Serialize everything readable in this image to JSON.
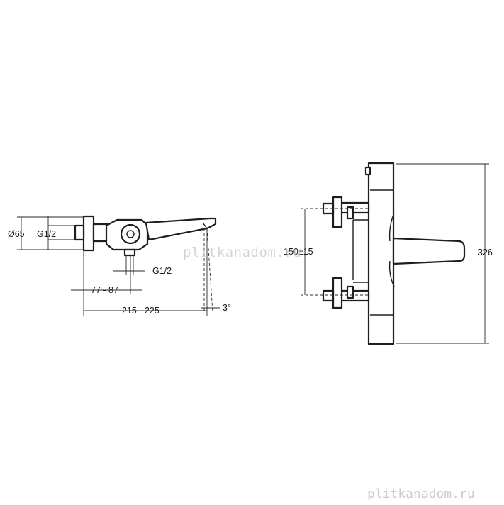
{
  "dimensions": {
    "diameter": "Ø65",
    "thread_inlet": "G1/2",
    "thread_outlet": "G1/2",
    "range_inlet": "77 - 87",
    "range_total": "215 - 225",
    "angle": "3°",
    "center_distance": "150±15",
    "height": "326"
  },
  "watermark": {
    "center": "plitkanadom.ru",
    "corner": "plitkanadom.ru"
  },
  "colors": {
    "line": "#1e1e1e",
    "watermark": "#c8c8c8",
    "background": "#ffffff"
  }
}
